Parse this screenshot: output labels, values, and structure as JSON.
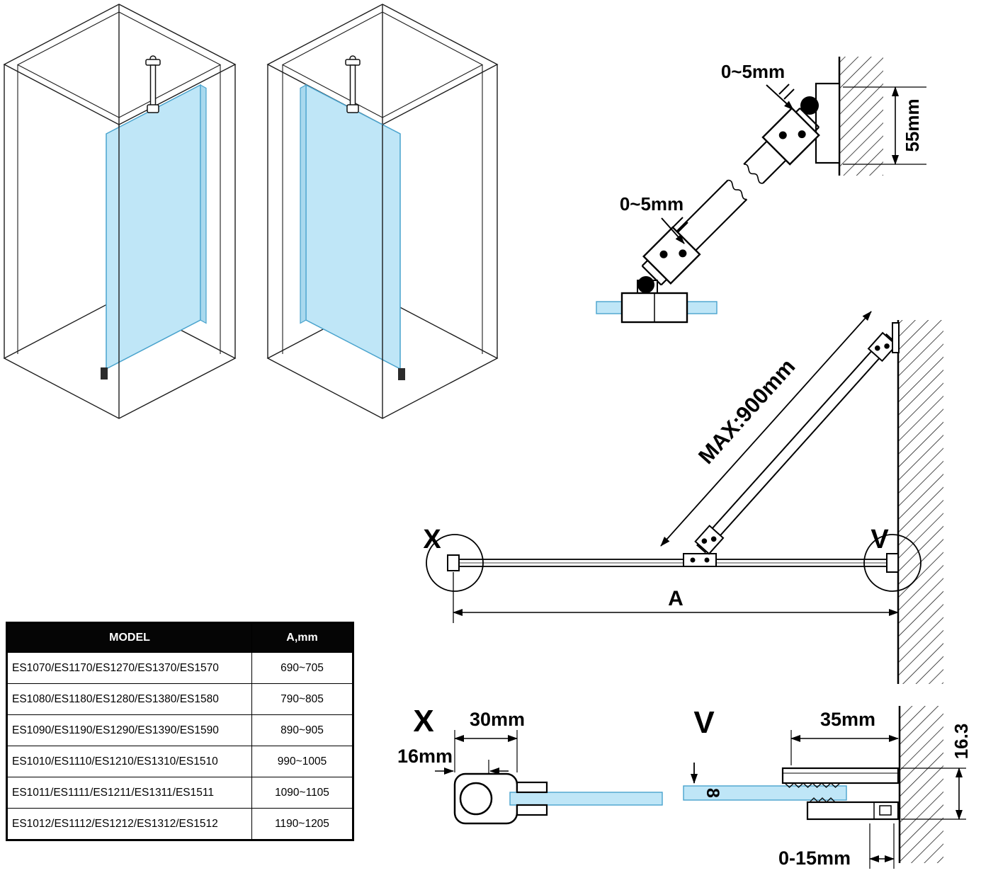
{
  "colors": {
    "glass": "#bfe6f7",
    "glass_stroke": "#49a3cd"
  },
  "bracket_detail": {
    "gap_top": "0~5mm",
    "gap_bottom": "0~5mm",
    "height": "55mm"
  },
  "plan_view": {
    "max_length": "MAX:900mm",
    "detail_x_label": "X",
    "detail_v_label": "V",
    "width_label": "A"
  },
  "detail_x": {
    "label": "X",
    "width": "30mm",
    "depth": "16mm"
  },
  "detail_v": {
    "label": "V",
    "width": "35mm",
    "height": "16.3",
    "glass_thickness": "8",
    "adjust_range": "0-15mm"
  },
  "table": {
    "headers": [
      "MODEL",
      "A,mm"
    ],
    "rows": [
      {
        "model": "ES1070/ES1170/ES1270/ES1370/ES1570",
        "a": "690~705"
      },
      {
        "model": "ES1080/ES1180/ES1280/ES1380/ES1580",
        "a": "790~805"
      },
      {
        "model": "ES1090/ES1190/ES1290/ES1390/ES1590",
        "a": "890~905"
      },
      {
        "model": "ES1010/ES1110/ES1210/ES1310/ES1510",
        "a": "990~1005"
      },
      {
        "model": "ES1011/ES1111/ES1211/ES1311/ES1511",
        "a": "1090~1105"
      },
      {
        "model": "ES1012/ES1112/ES1212/ES1312/ES1512",
        "a": "1190~1205"
      }
    ]
  }
}
